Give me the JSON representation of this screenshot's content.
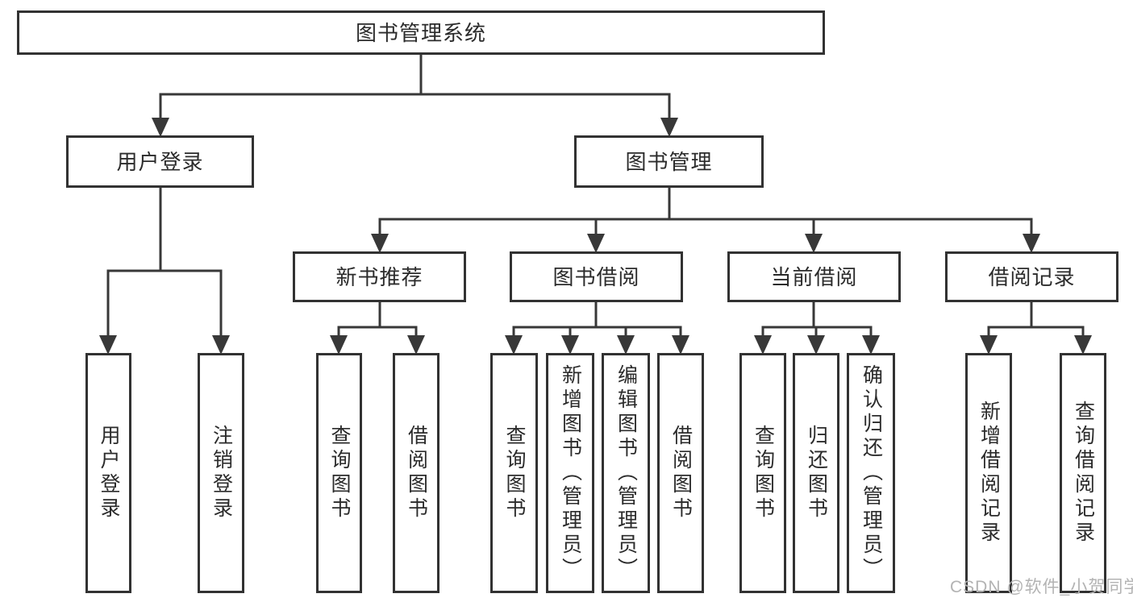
{
  "nodes": {
    "root": "图书管理系统",
    "user_login_group": "用户登录",
    "book_mgmt_group": "图书管理",
    "user_login": "用户登录",
    "logout": "注销登录",
    "new_book_rec": "新书推荐",
    "book_borrow": "图书借阅",
    "current_borrow": "当前借阅",
    "borrow_records": "借阅记录",
    "nbr_query_books": "查询图书",
    "nbr_borrow_books": "借阅图书",
    "bb_query_books": "查询图书",
    "bb_add_books": "新增图书（管理员）",
    "bb_edit_books": "编辑图书（管理员）",
    "bb_borrow_books": "借阅图书",
    "cb_query_books": "查询图书",
    "cb_return_books": "归还图书",
    "cb_confirm_return": "确认归还（管理员）",
    "br_add_record": "新增借阅记录",
    "br_query_record": "查询借阅记录"
  },
  "watermark": "CSDN @软件_小贺同学",
  "colors": {
    "line": "#383838",
    "box_border": "#323232",
    "text": "#2b2b2b",
    "background": "#ffffff",
    "watermark": "#b3b3b3"
  }
}
